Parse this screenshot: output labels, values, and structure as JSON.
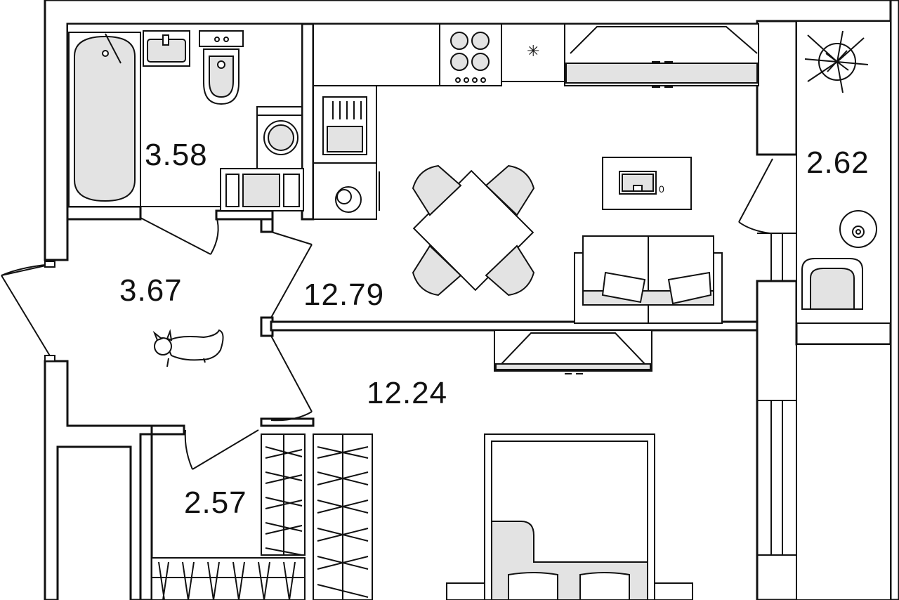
{
  "rooms": [
    {
      "id": "bathroom",
      "area": "3.58"
    },
    {
      "id": "hallway",
      "area": "3.67"
    },
    {
      "id": "kitchen-living",
      "area": "12.79"
    },
    {
      "id": "balcony",
      "area": "2.62"
    },
    {
      "id": "bedroom",
      "area": "12.24"
    },
    {
      "id": "wardrobe",
      "area": "2.57"
    }
  ],
  "laptop_text": "0",
  "colors": {
    "line": "#111111",
    "fill": "#ffffff",
    "shade": "#e3e3e3"
  }
}
